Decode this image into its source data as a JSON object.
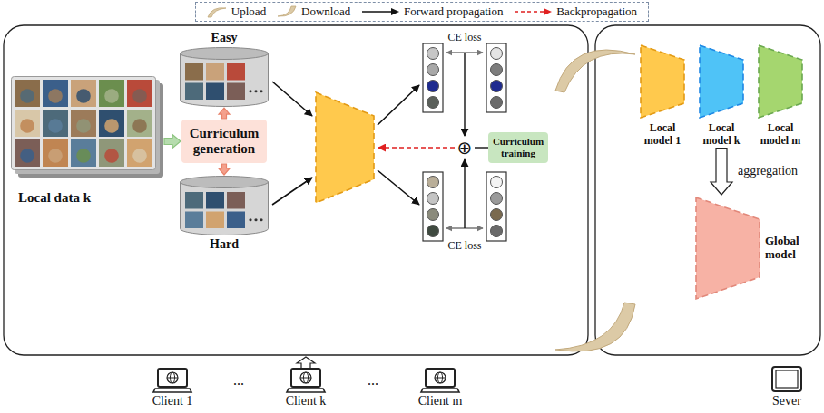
{
  "diagram": {
    "nodes": [
      {
        "text": [
          "Local data k"
        ]
      },
      {
        "text": [
          "Easy"
        ]
      },
      {
        "text": [
          "Curriculum generation"
        ]
      },
      {
        "text": [
          "Hard"
        ]
      },
      {
        "text": [
          "Curriculum training"
        ]
      },
      {
        "text": [
          "Local model 1"
        ]
      },
      {
        "text": [
          "Local model k"
        ]
      },
      {
        "text": [
          "Local model m"
        ]
      },
      {
        "text": [
          "Global model"
        ]
      },
      {
        "text": [
          "Client 1"
        ]
      },
      {
        "text": [
          "Client k"
        ]
      },
      {
        "text": [
          "Client m"
        ]
      },
      {
        "text": [
          "Sever"
        ]
      }
    ],
    "edges": [
      {
        "from": 0,
        "to": 2,
        "arrow": "to"
      },
      {
        "from": 2,
        "to": 1,
        "arrow": "to"
      },
      {
        "from": 2,
        "to": 3,
        "arrow": "to"
      },
      {
        "from": 6,
        "to": 8,
        "label": "aggregation",
        "arrow": "to"
      }
    ],
    "labels": [
      "CE loss",
      "CE loss",
      "⊕",
      "...",
      "..."
    ],
    "legend": [
      {
        "text": "Upload"
      },
      {
        "text": "Download"
      },
      {
        "text": "Forward propagation"
      },
      {
        "text": "Backpropagation"
      }
    ]
  }
}
